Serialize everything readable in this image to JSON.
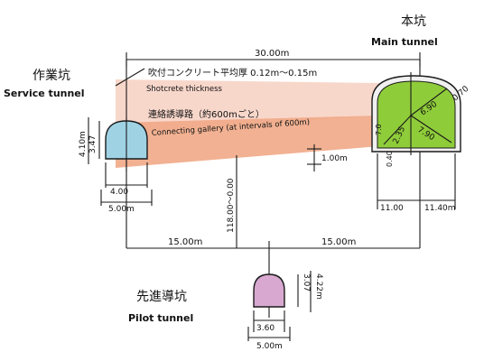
{
  "colors": {
    "shotcrete": "#f2b6a0",
    "gallery": "#f0a886",
    "service_tunnel": "#9fd3e4",
    "main_tunnel": "#8fcc3a",
    "pilot_tunnel": "#d8a8d0",
    "line": "#1a1a1a"
  },
  "labels": {
    "main_jp": "本坑",
    "main_en": "Main tunnel",
    "service_jp": "作業坑",
    "service_en": "Service tunnel",
    "pilot_jp": "先進導坑",
    "pilot_en": "Pilot tunnel"
  },
  "notes": {
    "shotcrete_jp": "吹付コンクリート平均厚 0.12m～0.15m",
    "shotcrete_en": "Shotcrete thickness",
    "gallery_jp": "連絡誘導路（約600mごと）",
    "gallery_en": "Connecting gallery (at intervals of 600m)"
  },
  "dimensions": {
    "overall_width": "30.00m",
    "service_height_inner": "3.47",
    "service_height_outer": "4.10m",
    "service_width_inner": "4.00",
    "service_width_outer": "5.00m",
    "gallery_height": "1.00m",
    "vertical_offset": "118.00～0.00",
    "offset_left": "15.00m",
    "offset_right": "15.00m",
    "main_width_left": "11.00",
    "main_width_right": "11.40m",
    "main_radius_top": "6.90",
    "main_radius_bottom": "7.90",
    "main_radius_side": "2.35",
    "main_angle": "0.70",
    "main_height_left": "7.0",
    "main_height_small": "0.40",
    "pilot_height_inner": "3.07",
    "pilot_height_outer": "4.22m",
    "pilot_width_inner": "3.60",
    "pilot_width_outer": "5.00m"
  }
}
